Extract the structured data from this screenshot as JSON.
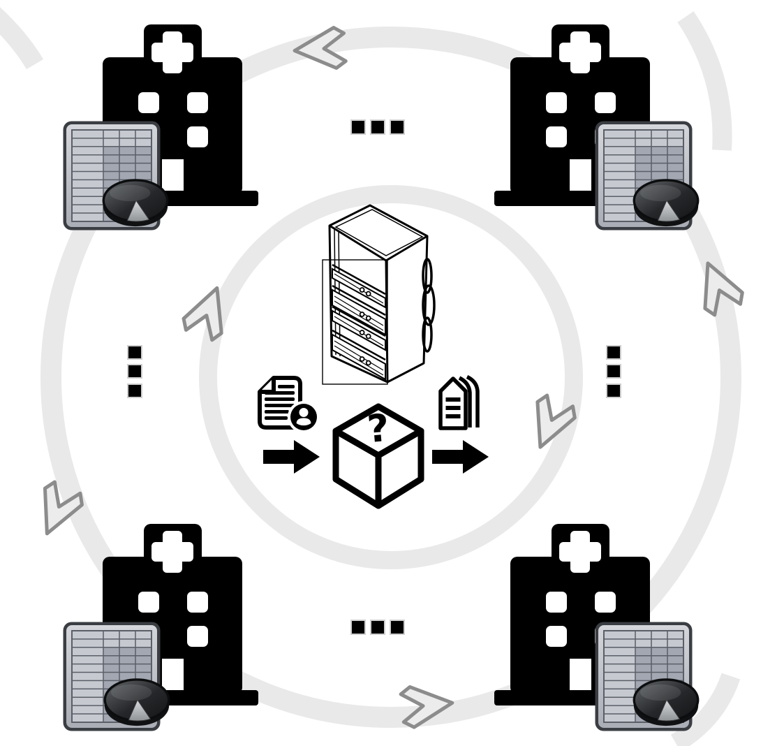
{
  "figure": {
    "type": "diagram",
    "description": "Cyclic collaboration diagram: four hospitals, each holding a local spreadsheet dataset and pie-chart statistics, arranged on gray rotation rings around a central server rack; patient-record documents flow into a mystery model box marked with a question mark, which outputs label tags.",
    "background_color": "#ffffff",
    "colors": {
      "icon_black": "#000000",
      "ring_band": "#e9e9e9",
      "ring_arrow_fill": "#ececec",
      "ring_arrow_stroke": "#8c8c8c",
      "spreadsheet_border": "#3a3d42",
      "spreadsheet_bezel": "#c3c6cc",
      "spreadsheet_cell": "#a2a7b2",
      "spreadsheet_cell_light": "#c6c9cf",
      "spreadsheet_gridline": "#5a5e67",
      "pie_disc_dark": "#1c1d1f",
      "pie_wedge_gray": "#b9bcbe"
    },
    "rings": {
      "outer": {
        "direction": "counter-clockwise",
        "arrow_count": 4
      },
      "inner": {
        "direction": "clockwise",
        "arrow_count": 2
      }
    },
    "nodes": [
      {
        "id": "hospital-top-left",
        "position": "top-left",
        "data_icons_side": "left",
        "icons": [
          "hospital-building",
          "spreadsheet",
          "pie-chart"
        ]
      },
      {
        "id": "hospital-top-right",
        "position": "top-right",
        "data_icons_side": "right",
        "icons": [
          "hospital-building",
          "spreadsheet",
          "pie-chart"
        ]
      },
      {
        "id": "hospital-bottom-left",
        "position": "bottom-left",
        "data_icons_side": "left",
        "icons": [
          "hospital-building",
          "spreadsheet",
          "pie-chart"
        ]
      },
      {
        "id": "hospital-bottom-right",
        "position": "bottom-right",
        "data_icons_side": "right",
        "icons": [
          "hospital-building",
          "spreadsheet",
          "pie-chart"
        ]
      }
    ],
    "center": {
      "server_icon": "server-rack",
      "pipeline": [
        {
          "icon": "patient-record-document"
        },
        {
          "icon": "arrow-right"
        },
        {
          "icon": "mystery-box",
          "symbol": "?"
        },
        {
          "icon": "arrow-right"
        },
        {
          "icon": "label-tags"
        }
      ]
    },
    "ellipsis_marks": [
      {
        "id": "ellipsis-top",
        "orientation": "horizontal",
        "count": 3
      },
      {
        "id": "ellipsis-left",
        "orientation": "vertical",
        "count": 3
      },
      {
        "id": "ellipsis-right",
        "orientation": "vertical",
        "count": 3
      },
      {
        "id": "ellipsis-bottom",
        "orientation": "horizontal",
        "count": 3
      }
    ]
  }
}
